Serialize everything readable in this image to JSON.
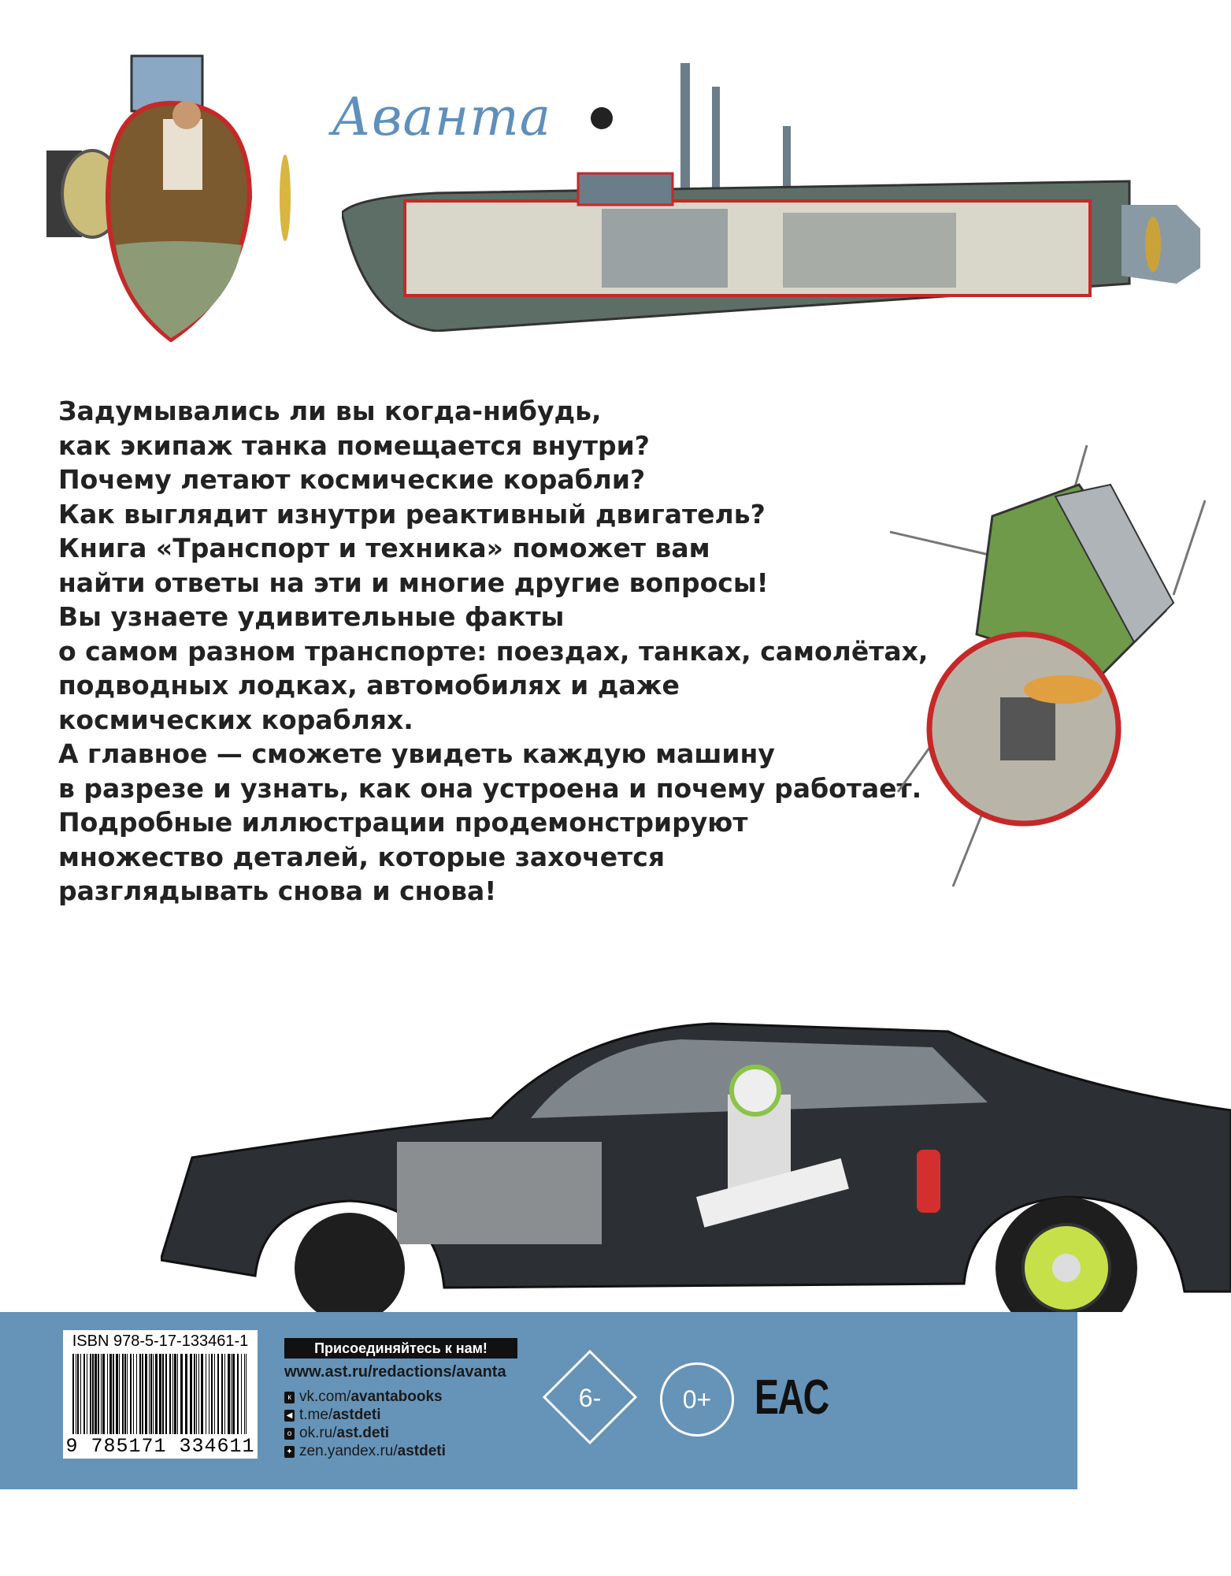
{
  "publisher_logo": "Аванта",
  "blurb": [
    "Задумывались ли вы когда-нибудь,",
    "как экипаж танка помещается внутри?",
    "Почему летают космические корабли?",
    "Как выглядит изнутри реактивный двигатель?",
    "Книга «Транспорт и техника» поможет вам",
    "найти ответы на эти и многие другие вопросы!",
    "Вы узнаете удивительные факты",
    "о самом разном транспорте: поездах, танках, самолётах,",
    "подводных лодках, автомобилях и даже",
    "космических кораблях.",
    "А главное — сможете увидеть каждую машину",
    "в разрезе и узнать, как она устроена и почему работает.",
    "Подробные иллюстрации продемонстрируют",
    "множество деталей, которые захочется",
    "разглядывать снова и снова!"
  ],
  "footer": {
    "isbn": "ISBN 978-5-17-133461-1",
    "ean": "9 785171 334611",
    "join_label": "Присоединяйтесь к нам!",
    "website": "www.ast.ru/redactions/avanta",
    "socials": [
      {
        "icon": "vk-icon",
        "prefix": "vk.com/",
        "handle": "avantabooks"
      },
      {
        "icon": "telegram-icon",
        "prefix": "t.me/",
        "handle": "astdeti"
      },
      {
        "icon": "odnoklassniki-icon",
        "prefix": "ok.ru/",
        "handle": "ast.deti"
      },
      {
        "icon": "zen-icon",
        "prefix": "zen.yandex.ru/",
        "handle": "astdeti"
      }
    ],
    "age_rating_1": "6-",
    "age_rating_2": "0+",
    "eac_mark": "EAC",
    "panel_color": "#6693b8"
  }
}
